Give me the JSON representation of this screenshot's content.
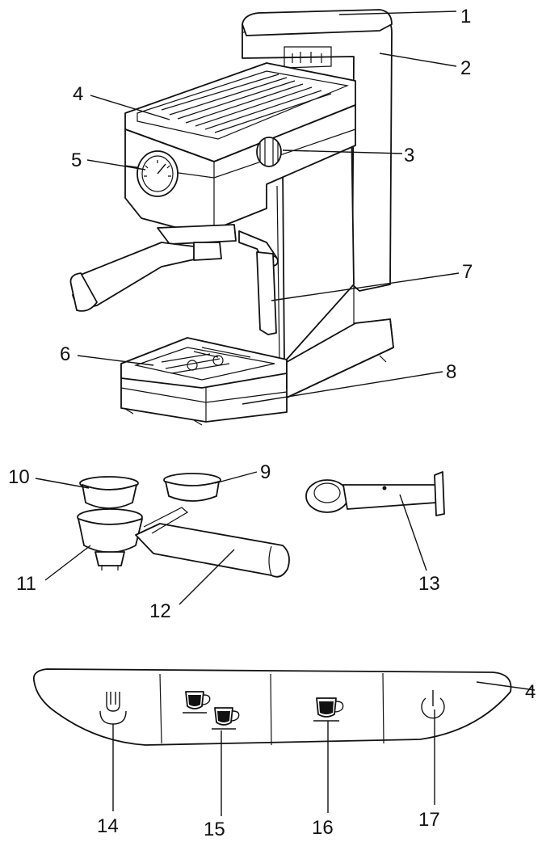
{
  "labels": {
    "l1": "1",
    "l2": "2",
    "l3": "3",
    "l4": "4",
    "l5": "5",
    "l6": "6",
    "l7": "7",
    "l8": "8",
    "l9": "9",
    "l10": "10",
    "l11": "11",
    "l12": "12",
    "l13": "13",
    "l14": "14",
    "l15": "15",
    "l16": "16",
    "l17": "17",
    "l4b": "4"
  },
  "icons": {
    "steam": "steam-icon",
    "double_cup": "double-cup-icon",
    "single_cup": "single-cup-icon",
    "power": "power-icon"
  },
  "colors": {
    "line": "#111111",
    "background": "#ffffff"
  }
}
